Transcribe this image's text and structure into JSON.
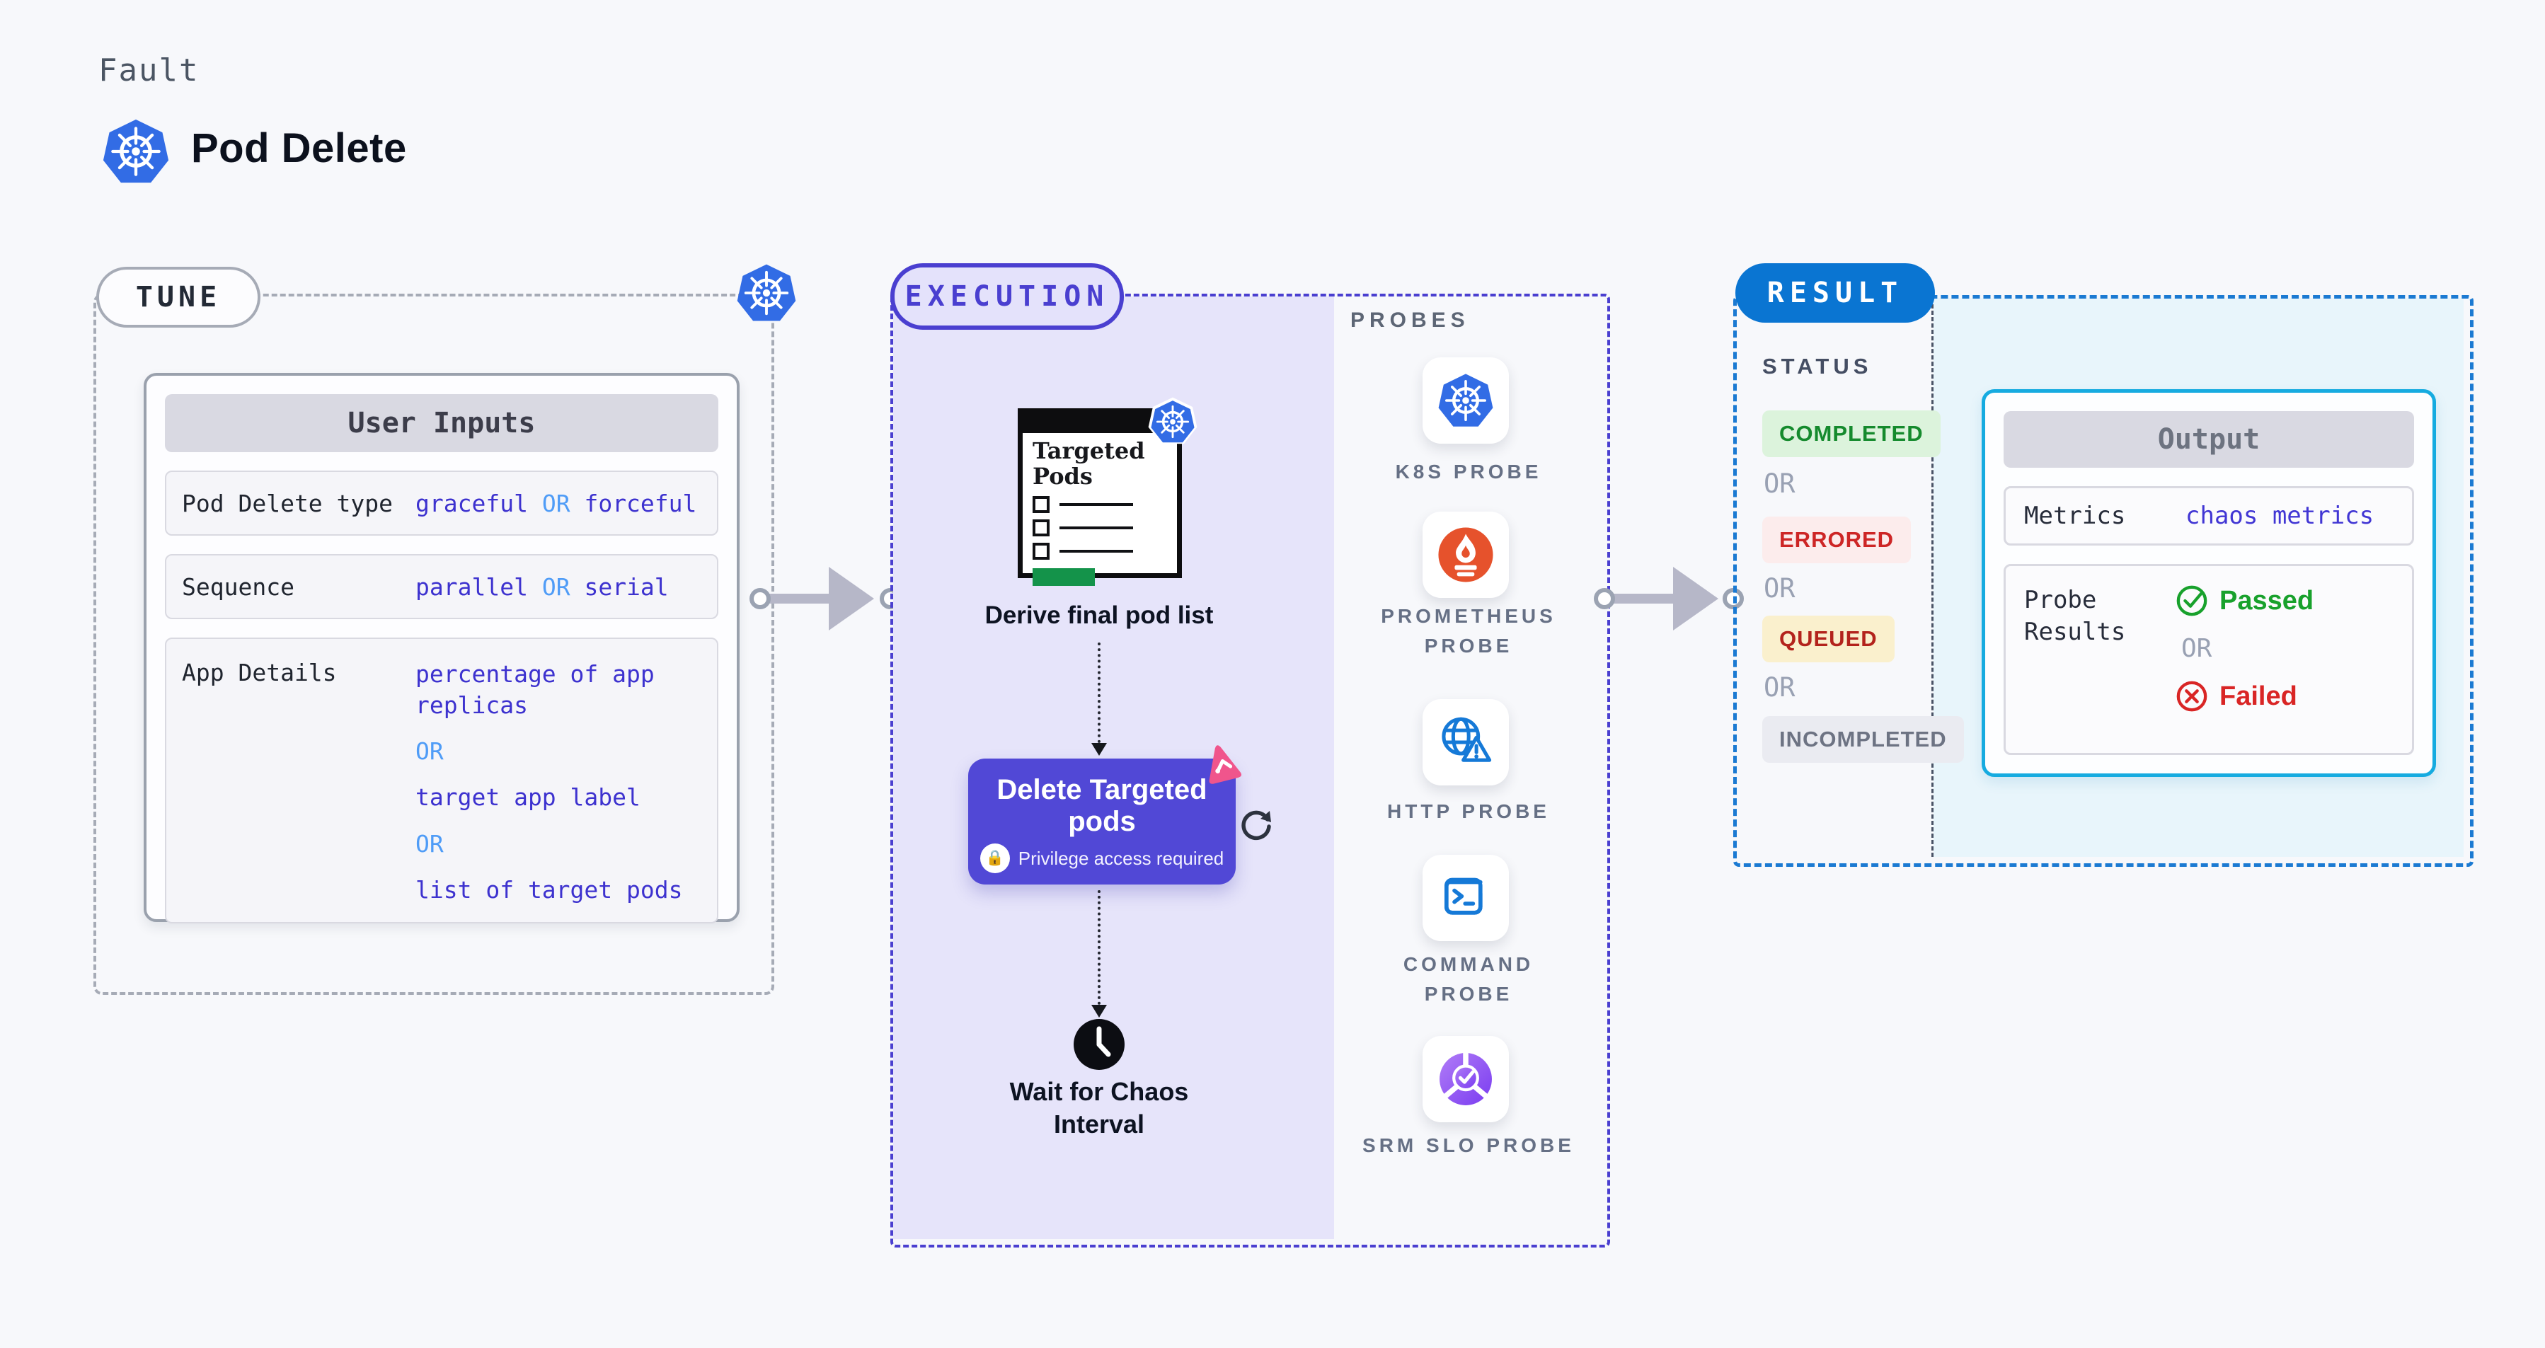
{
  "colors": {
    "k8s_blue": "#326ce5",
    "accent_indigo": "#4a3fd0",
    "delete_card_indigo": "#5148d6",
    "result_blue": "#0a75d2",
    "output_border_cyan": "#16abe0",
    "value_blue": "#3d32cf",
    "or_blue": "#4f9cf7",
    "completed_green": "#158a2d",
    "errored_red": "#cd2626",
    "queued_red": "#b3231c",
    "incompleted_gray": "#6d7383",
    "passed_green": "#18a12c",
    "failed_red": "#d92525",
    "prometheus_orange": "#e6522c",
    "litmus_pink": "#f0558c",
    "checklist_green": "#14934a"
  },
  "header": {
    "kicker": "Fault",
    "title": "Pod Delete"
  },
  "tune": {
    "label": "TUNE",
    "table": {
      "header": "User Inputs",
      "rows": [
        {
          "label": "Pod Delete type",
          "v1": "graceful",
          "or": "OR",
          "v2": "forceful"
        },
        {
          "label": "Sequence",
          "v1": "parallel",
          "or": "OR",
          "v2": "serial"
        },
        {
          "label": "App Details",
          "lines": [
            {
              "type": "value",
              "text": "percentage of app replicas"
            },
            {
              "type": "or",
              "text": "OR"
            },
            {
              "type": "value",
              "text": "target app label"
            },
            {
              "type": "or",
              "text": "OR"
            },
            {
              "type": "value",
              "text": "list of target pods"
            }
          ]
        }
      ]
    }
  },
  "execution": {
    "label": "EXECUTION",
    "targeted_card_title": "Targeted Pods",
    "derive_caption": "Derive final pod list",
    "delete_card": {
      "title": "Delete Targeted pods",
      "note": "Privilege access required"
    },
    "wait_caption": "Wait for Chaos Interval",
    "probes": {
      "label": "PROBES",
      "items": [
        {
          "name": "K8S PROBE",
          "icon": "kubernetes-icon"
        },
        {
          "name": "PROMETHEUS PROBE",
          "icon": "prometheus-icon"
        },
        {
          "name": "HTTP PROBE",
          "icon": "globe-warning-icon"
        },
        {
          "name": "COMMAND PROBE",
          "icon": "terminal-icon"
        },
        {
          "name": "SRM SLO PROBE",
          "icon": "slo-gauge-icon"
        }
      ]
    }
  },
  "result": {
    "label": "RESULT",
    "status": {
      "label": "STATUS",
      "or": "OR",
      "items": [
        "COMPLETED",
        "ERRORED",
        "QUEUED",
        "INCOMPLETED"
      ]
    },
    "output": {
      "header": "Output",
      "metrics_label": "Metrics",
      "metrics_value": "chaos metrics",
      "probe_results_label": "Probe Results",
      "passed": "Passed",
      "or": "OR",
      "failed": "Failed"
    }
  }
}
